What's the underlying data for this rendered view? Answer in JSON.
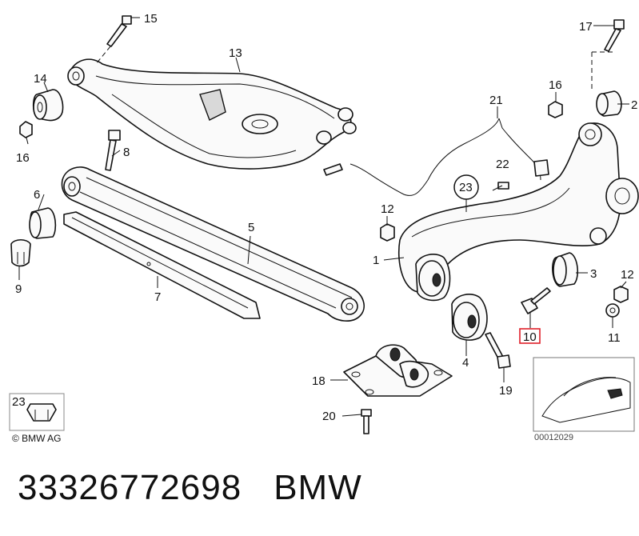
{
  "callouts": {
    "c1": "1",
    "c2": "2",
    "c3": "3",
    "c4": "4",
    "c5": "5",
    "c6": "6",
    "c7": "7",
    "c8": "8",
    "c9": "9",
    "c10": "10",
    "c11": "11",
    "c12a": "12",
    "c12b": "12",
    "c13": "13",
    "c14": "14",
    "c15": "15",
    "c16a": "16",
    "c16b": "16",
    "c17": "17",
    "c18": "18",
    "c19": "19",
    "c20": "20",
    "c21": "21",
    "c22": "22",
    "c23a": "23",
    "c23b": "23"
  },
  "highlight": {
    "part": "10",
    "color": "#e0202a"
  },
  "copyright": "© BMW AG",
  "reference_code": "00012029",
  "footer": {
    "part_number": "33326772698",
    "brand": "BMW"
  }
}
